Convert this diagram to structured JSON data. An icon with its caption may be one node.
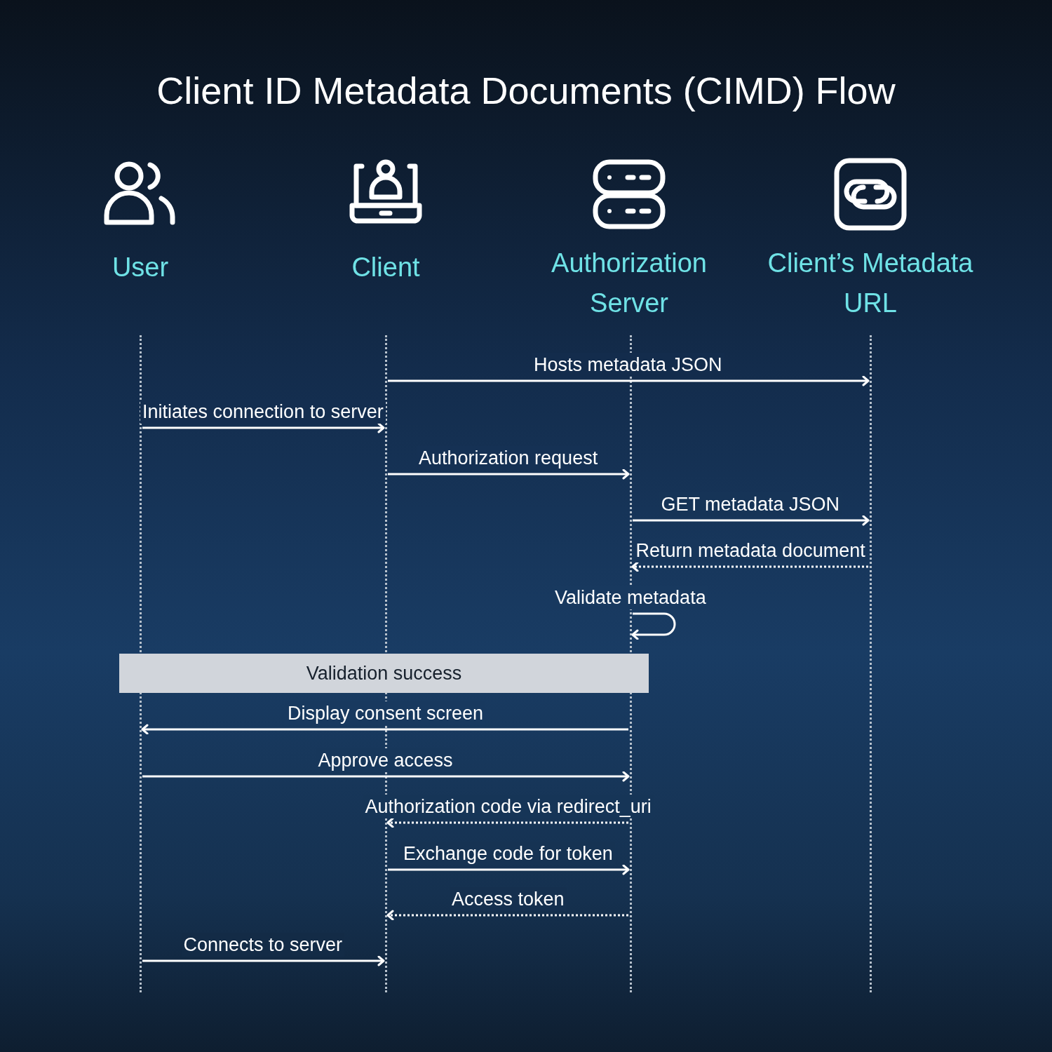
{
  "diagram": {
    "title": "Client ID Metadata Documents (CIMD) Flow",
    "nodes": [
      {
        "text": [
          "User"
        ]
      },
      {
        "text": [
          "Client"
        ]
      },
      {
        "text": [
          "Authorization Server"
        ]
      },
      {
        "text": [
          "Client’s Metadata URL"
        ]
      },
      {
        "text": [],
        "shape": "line"
      },
      {
        "text": [],
        "shape": "line"
      },
      {
        "text": [],
        "shape": "line"
      },
      {
        "text": [],
        "shape": "line"
      },
      {
        "text": [
          "Validation success"
        ]
      }
    ],
    "edges": [
      {
        "from": 5,
        "to": 7,
        "arrow": "to",
        "label": "Hosts metadata JSON"
      },
      {
        "from": 4,
        "to": 5,
        "arrow": "to",
        "label": "Initiates connection to server"
      },
      {
        "from": 5,
        "to": 6,
        "arrow": "to",
        "label": "Authorization request"
      },
      {
        "from": 6,
        "to": 7,
        "arrow": "to",
        "label": "GET metadata JSON"
      },
      {
        "from": 7,
        "to": 6,
        "arrow": "to",
        "label": "Return metadata document",
        "style": "dashed"
      },
      {
        "from": 6,
        "to": 6,
        "arrow": "to",
        "label": "Validate metadata"
      },
      {
        "from": 6,
        "to": 4,
        "arrow": "to",
        "label": "Display consent screen"
      },
      {
        "from": 4,
        "to": 6,
        "arrow": "to",
        "label": "Approve access"
      },
      {
        "from": 6,
        "to": 5,
        "arrow": "to",
        "label": "Authorization code via redirect_uri",
        "style": "dashed"
      },
      {
        "from": 5,
        "to": 6,
        "arrow": "to",
        "label": "Exchange code for token"
      },
      {
        "from": 6,
        "to": 5,
        "arrow": "to",
        "label": "Access token",
        "style": "dashed"
      },
      {
        "from": 4,
        "to": 5,
        "arrow": "to",
        "label": "Connects to server"
      }
    ]
  }
}
